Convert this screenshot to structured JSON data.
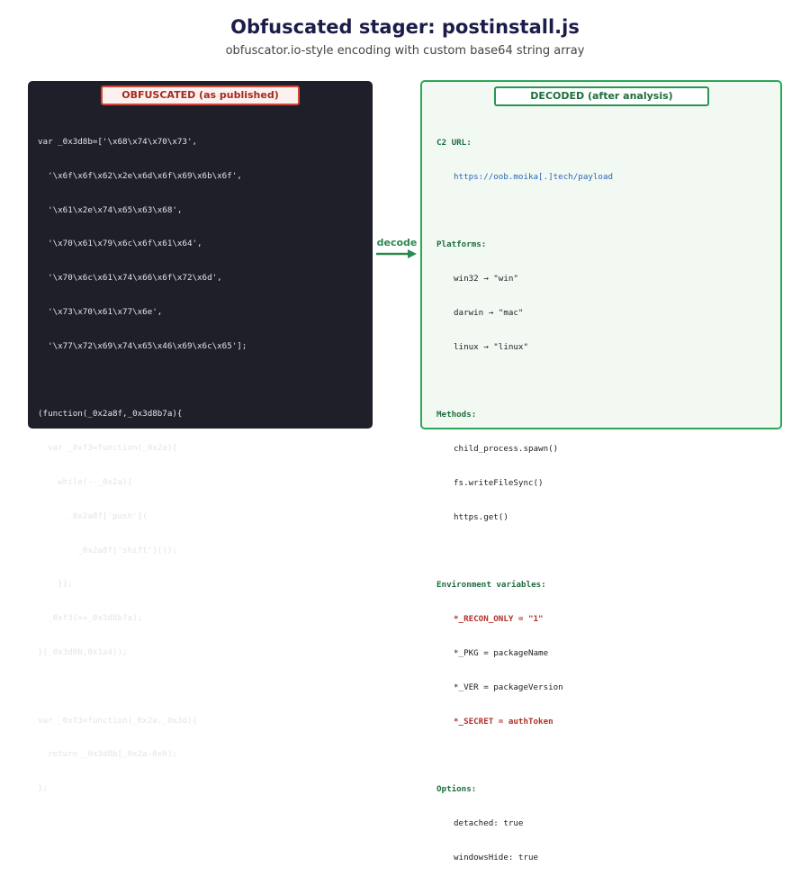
{
  "header": {
    "title": "Obfuscated stager: postinstall.js",
    "subtitle": "obfuscator.io-style encoding with custom base64 string array"
  },
  "obfuscated": {
    "label": "OBFUSCATED (as published)",
    "lines": [
      "var _0x3d8b=['\\x68\\x74\\x70\\x73',",
      "  '\\x6f\\x6f\\x62\\x2e\\x6d\\x6f\\x69\\x6b\\x6f',",
      "  '\\x61\\x2e\\x74\\x65\\x63\\x68',",
      "  '\\x70\\x61\\x79\\x6c\\x6f\\x61\\x64',",
      "  '\\x70\\x6c\\x61\\x74\\x66\\x6f\\x72\\x6d',",
      "  '\\x73\\x70\\x61\\x77\\x6e',",
      "  '\\x77\\x72\\x69\\x74\\x65\\x46\\x69\\x6c\\x65'];",
      "",
      "(function(_0x2a8f,_0x3d8b7a){",
      "  var _0xf3=function(_0x2a){",
      "    while(--_0x2a){",
      "      _0x2a8f['push'](",
      "        _0x2a8f['shift']());",
      "    }};",
      "  _0xf3(++_0x3d8b7a);",
      "}(_0x3d8b,0x1a4));",
      "",
      "var _0xf3=function(_0x2a,_0x3d){",
      "  return _0x3d8b[_0x2a-0x0];",
      "};"
    ]
  },
  "arrow": {
    "label": "decode",
    "color": "#2a8a50"
  },
  "decoded": {
    "label": "DECODED (after analysis)",
    "c2": {
      "header": "C2 URL:",
      "url": "https://oob.moika[.]tech/payload"
    },
    "platforms": {
      "header": "Platforms:",
      "items": [
        "win32 → \"win\"",
        "darwin → \"mac\"",
        "linux → \"linux\""
      ]
    },
    "methods": {
      "header": "Methods:",
      "items": [
        "child_process.spawn()",
        "fs.writeFileSync()",
        "https.get()"
      ]
    },
    "env": {
      "header": "Environment variables:",
      "items": [
        "*_RECON_ONLY = \"1\"",
        "*_PKG = packageName",
        "*_VER = packageVersion",
        "*_SECRET = authToken"
      ]
    },
    "options": {
      "header": "Options:",
      "items": [
        "detached: true",
        "windowsHide: true"
      ]
    }
  },
  "colors": {
    "obfuscated_bg": "#1e1f29",
    "decoded_border": "#2aa858",
    "highlight": "#b2302a",
    "link": "#2766b8",
    "title": "#1c1c4a"
  }
}
